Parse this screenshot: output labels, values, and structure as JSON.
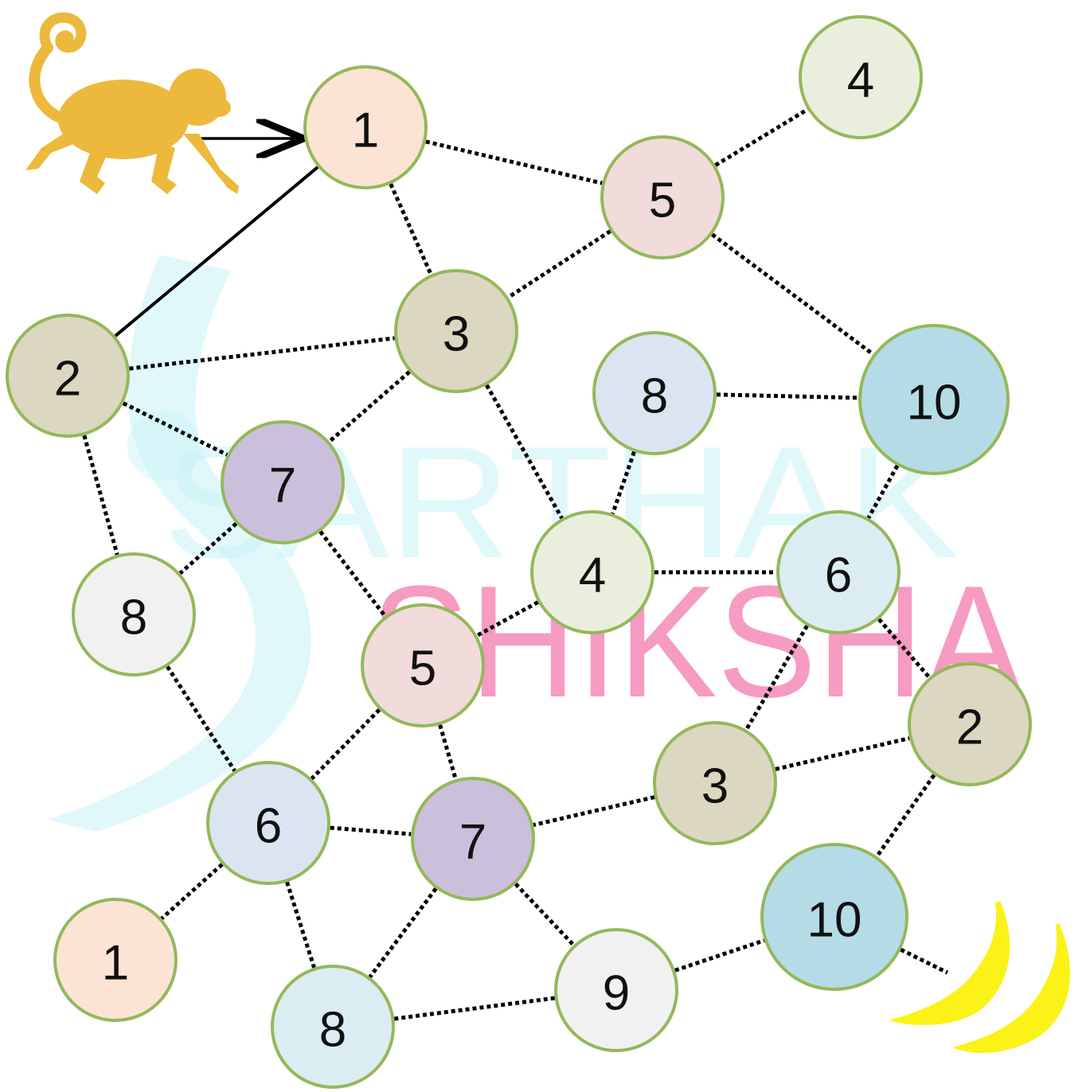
{
  "watermark": {
    "line1": "SARTHAK",
    "line2": "SHIKSHA"
  },
  "colors": {
    "ring": "#94b85a",
    "peach": "#fce4d4",
    "pink": "#f1dbdb",
    "pale_green": "#e9efdc",
    "khaki": "#dcd7c1",
    "lavender": "#cbc0dc",
    "light_blue": "#dbe4f1",
    "grey": "#f1f1f1",
    "powder": "#dcecf3",
    "teal": "#b5dbe7",
    "monkey": "#ecb93c",
    "banana": "#fbf217"
  },
  "nodes": [
    {
      "id": "n1",
      "label": "1",
      "fill": "peach"
    },
    {
      "id": "n5a",
      "label": "5",
      "fill": "pink"
    },
    {
      "id": "n4a",
      "label": "4",
      "fill": "pale_green"
    },
    {
      "id": "n3a",
      "label": "3",
      "fill": "khaki"
    },
    {
      "id": "n2a",
      "label": "2",
      "fill": "khaki"
    },
    {
      "id": "n8a",
      "label": "8",
      "fill": "light_blue"
    },
    {
      "id": "n10a",
      "label": "10",
      "fill": "teal"
    },
    {
      "id": "n7a",
      "label": "7",
      "fill": "lavender"
    },
    {
      "id": "n8b",
      "label": "8",
      "fill": "grey"
    },
    {
      "id": "n4b",
      "label": "4",
      "fill": "pale_green"
    },
    {
      "id": "n6a",
      "label": "6",
      "fill": "powder"
    },
    {
      "id": "n5b",
      "label": "5",
      "fill": "pink"
    },
    {
      "id": "n2b",
      "label": "2",
      "fill": "khaki"
    },
    {
      "id": "n3b",
      "label": "3",
      "fill": "khaki"
    },
    {
      "id": "n6b",
      "label": "6",
      "fill": "light_blue"
    },
    {
      "id": "n7b",
      "label": "7",
      "fill": "lavender"
    },
    {
      "id": "n10b",
      "label": "10",
      "fill": "teal"
    },
    {
      "id": "n1b",
      "label": "1",
      "fill": "peach"
    },
    {
      "id": "n9",
      "label": "9",
      "fill": "grey"
    },
    {
      "id": "n8c",
      "label": "8",
      "fill": "powder"
    }
  ],
  "edges": [
    {
      "from": "n1",
      "to": "n5a",
      "style": "dotted"
    },
    {
      "from": "n5a",
      "to": "n4a",
      "style": "dotted"
    },
    {
      "from": "n1",
      "to": "n3a",
      "style": "dotted"
    },
    {
      "from": "n5a",
      "to": "n3a",
      "style": "dotted"
    },
    {
      "from": "n5a",
      "to": "n10a",
      "style": "dotted"
    },
    {
      "from": "n2a",
      "to": "n3a",
      "style": "dotted"
    },
    {
      "from": "n1",
      "to": "n2a",
      "style": "solid"
    },
    {
      "from": "n2a",
      "to": "n7a",
      "style": "dotted"
    },
    {
      "from": "n3a",
      "to": "n7a",
      "style": "dotted"
    },
    {
      "from": "n3a",
      "to": "n4b",
      "style": "dotted"
    },
    {
      "from": "n8a",
      "to": "n10a",
      "style": "dotted"
    },
    {
      "from": "n8a",
      "to": "n4b",
      "style": "dotted"
    },
    {
      "from": "n10a",
      "to": "n6a",
      "style": "dotted"
    },
    {
      "from": "n2a",
      "to": "n8b",
      "style": "dotted"
    },
    {
      "from": "n7a",
      "to": "n8b",
      "style": "dotted"
    },
    {
      "from": "n7a",
      "to": "n5b",
      "style": "dotted"
    },
    {
      "from": "n4b",
      "to": "n6a",
      "style": "dotted"
    },
    {
      "from": "n4b",
      "to": "n5b",
      "style": "dotted"
    },
    {
      "from": "n6a",
      "to": "n2b",
      "style": "dotted"
    },
    {
      "from": "n6a",
      "to": "n3b",
      "style": "dotted"
    },
    {
      "from": "n8b",
      "to": "n6b",
      "style": "dotted"
    },
    {
      "from": "n5b",
      "to": "n6b",
      "style": "dotted"
    },
    {
      "from": "n5b",
      "to": "n7b",
      "style": "dotted"
    },
    {
      "from": "n3b",
      "to": "n2b",
      "style": "dotted"
    },
    {
      "from": "n3b",
      "to": "n7b",
      "style": "dotted"
    },
    {
      "from": "n2b",
      "to": "n10b",
      "style": "dotted"
    },
    {
      "from": "n6b",
      "to": "n7b",
      "style": "dotted"
    },
    {
      "from": "n6b",
      "to": "n1b",
      "style": "dotted"
    },
    {
      "from": "n6b",
      "to": "n8c",
      "style": "dotted"
    },
    {
      "from": "n7b",
      "to": "n8c",
      "style": "dotted"
    },
    {
      "from": "n7b",
      "to": "n9",
      "style": "dotted"
    },
    {
      "from": "n9",
      "to": "n8c",
      "style": "dotted"
    },
    {
      "from": "n9",
      "to": "n10b",
      "style": "dotted"
    },
    {
      "from": "n10b",
      "to": "banana",
      "style": "dotted"
    }
  ],
  "start": {
    "icon": "monkey-icon",
    "arrow_to": "n1"
  },
  "goal": {
    "icon": "banana-icon"
  }
}
